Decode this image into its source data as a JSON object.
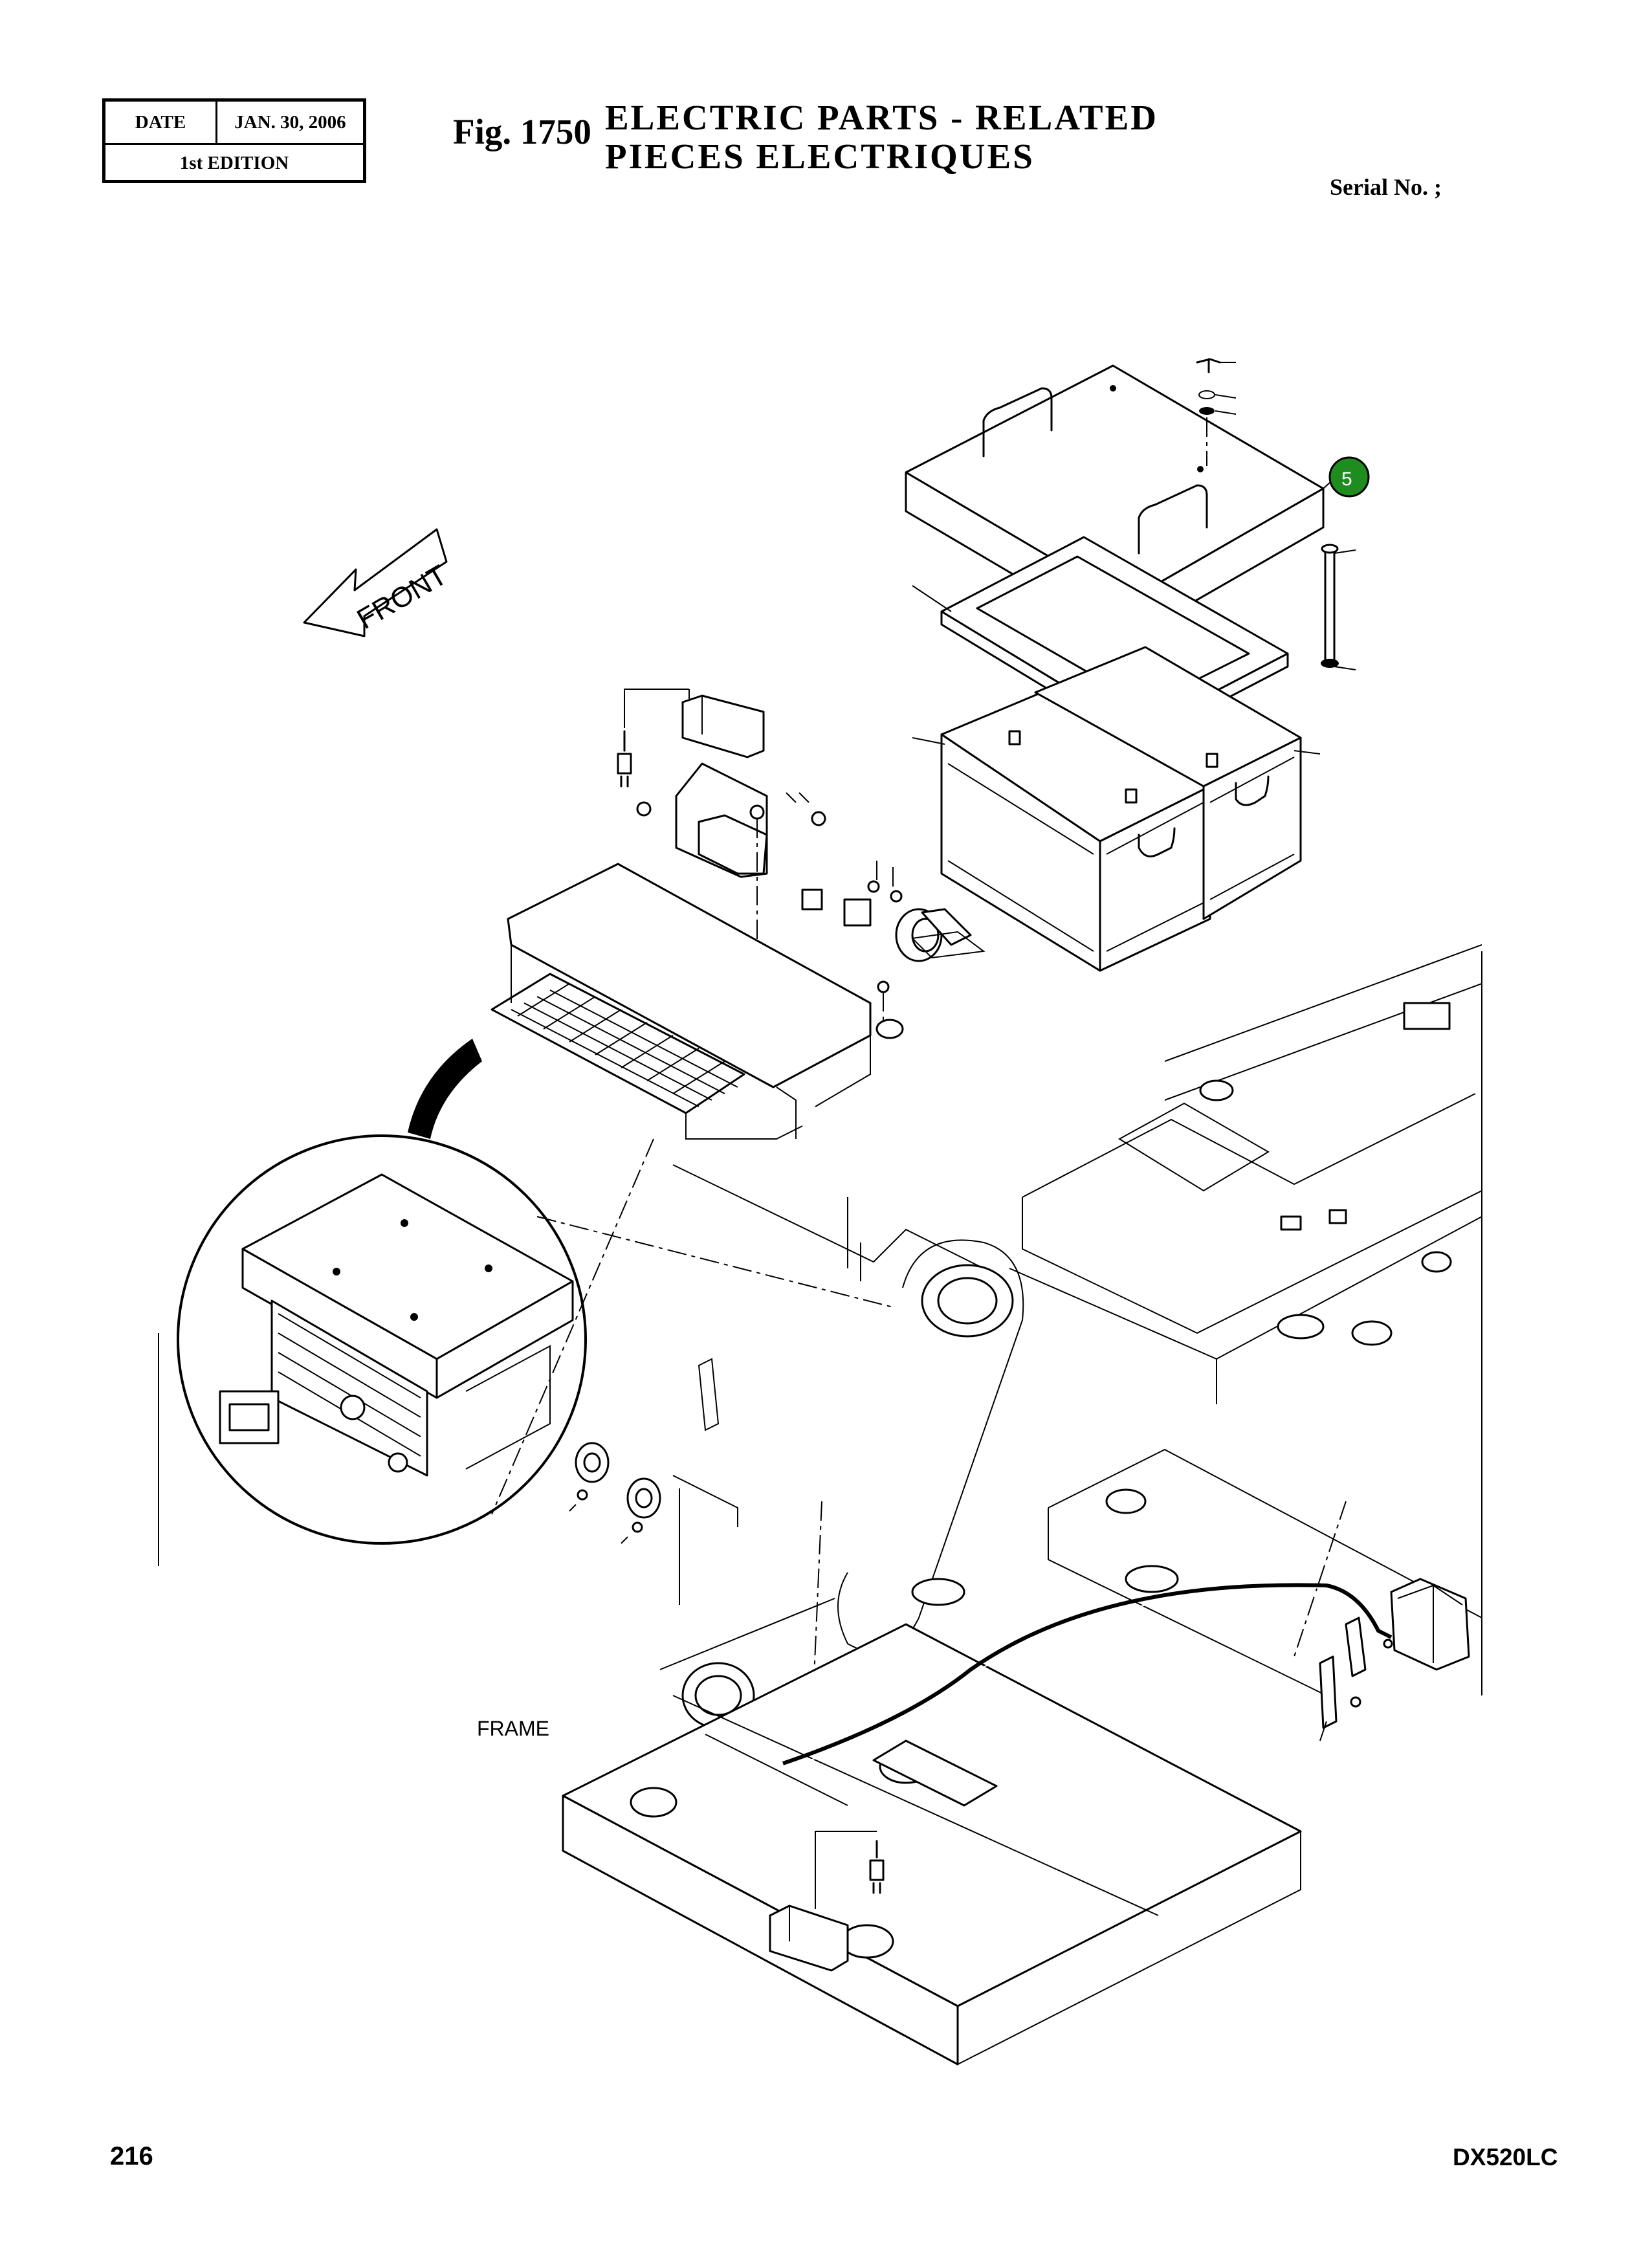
{
  "header": {
    "date_label": "DATE",
    "date_value": "JAN. 30, 2006",
    "edition": "1st EDITION",
    "fig_number": "Fig. 1750",
    "title_en": "ELECTRIC  PARTS  -  RELATED",
    "title_fr": "PIECES  ELECTRIQUES",
    "serial": "Serial No. ;"
  },
  "diagram": {
    "front_label": "FRONT",
    "frame_label": "FRAME",
    "callout": "5",
    "callout_color": "#1e8c1e"
  },
  "footer": {
    "page_number": "216",
    "model": "DX520LC"
  }
}
